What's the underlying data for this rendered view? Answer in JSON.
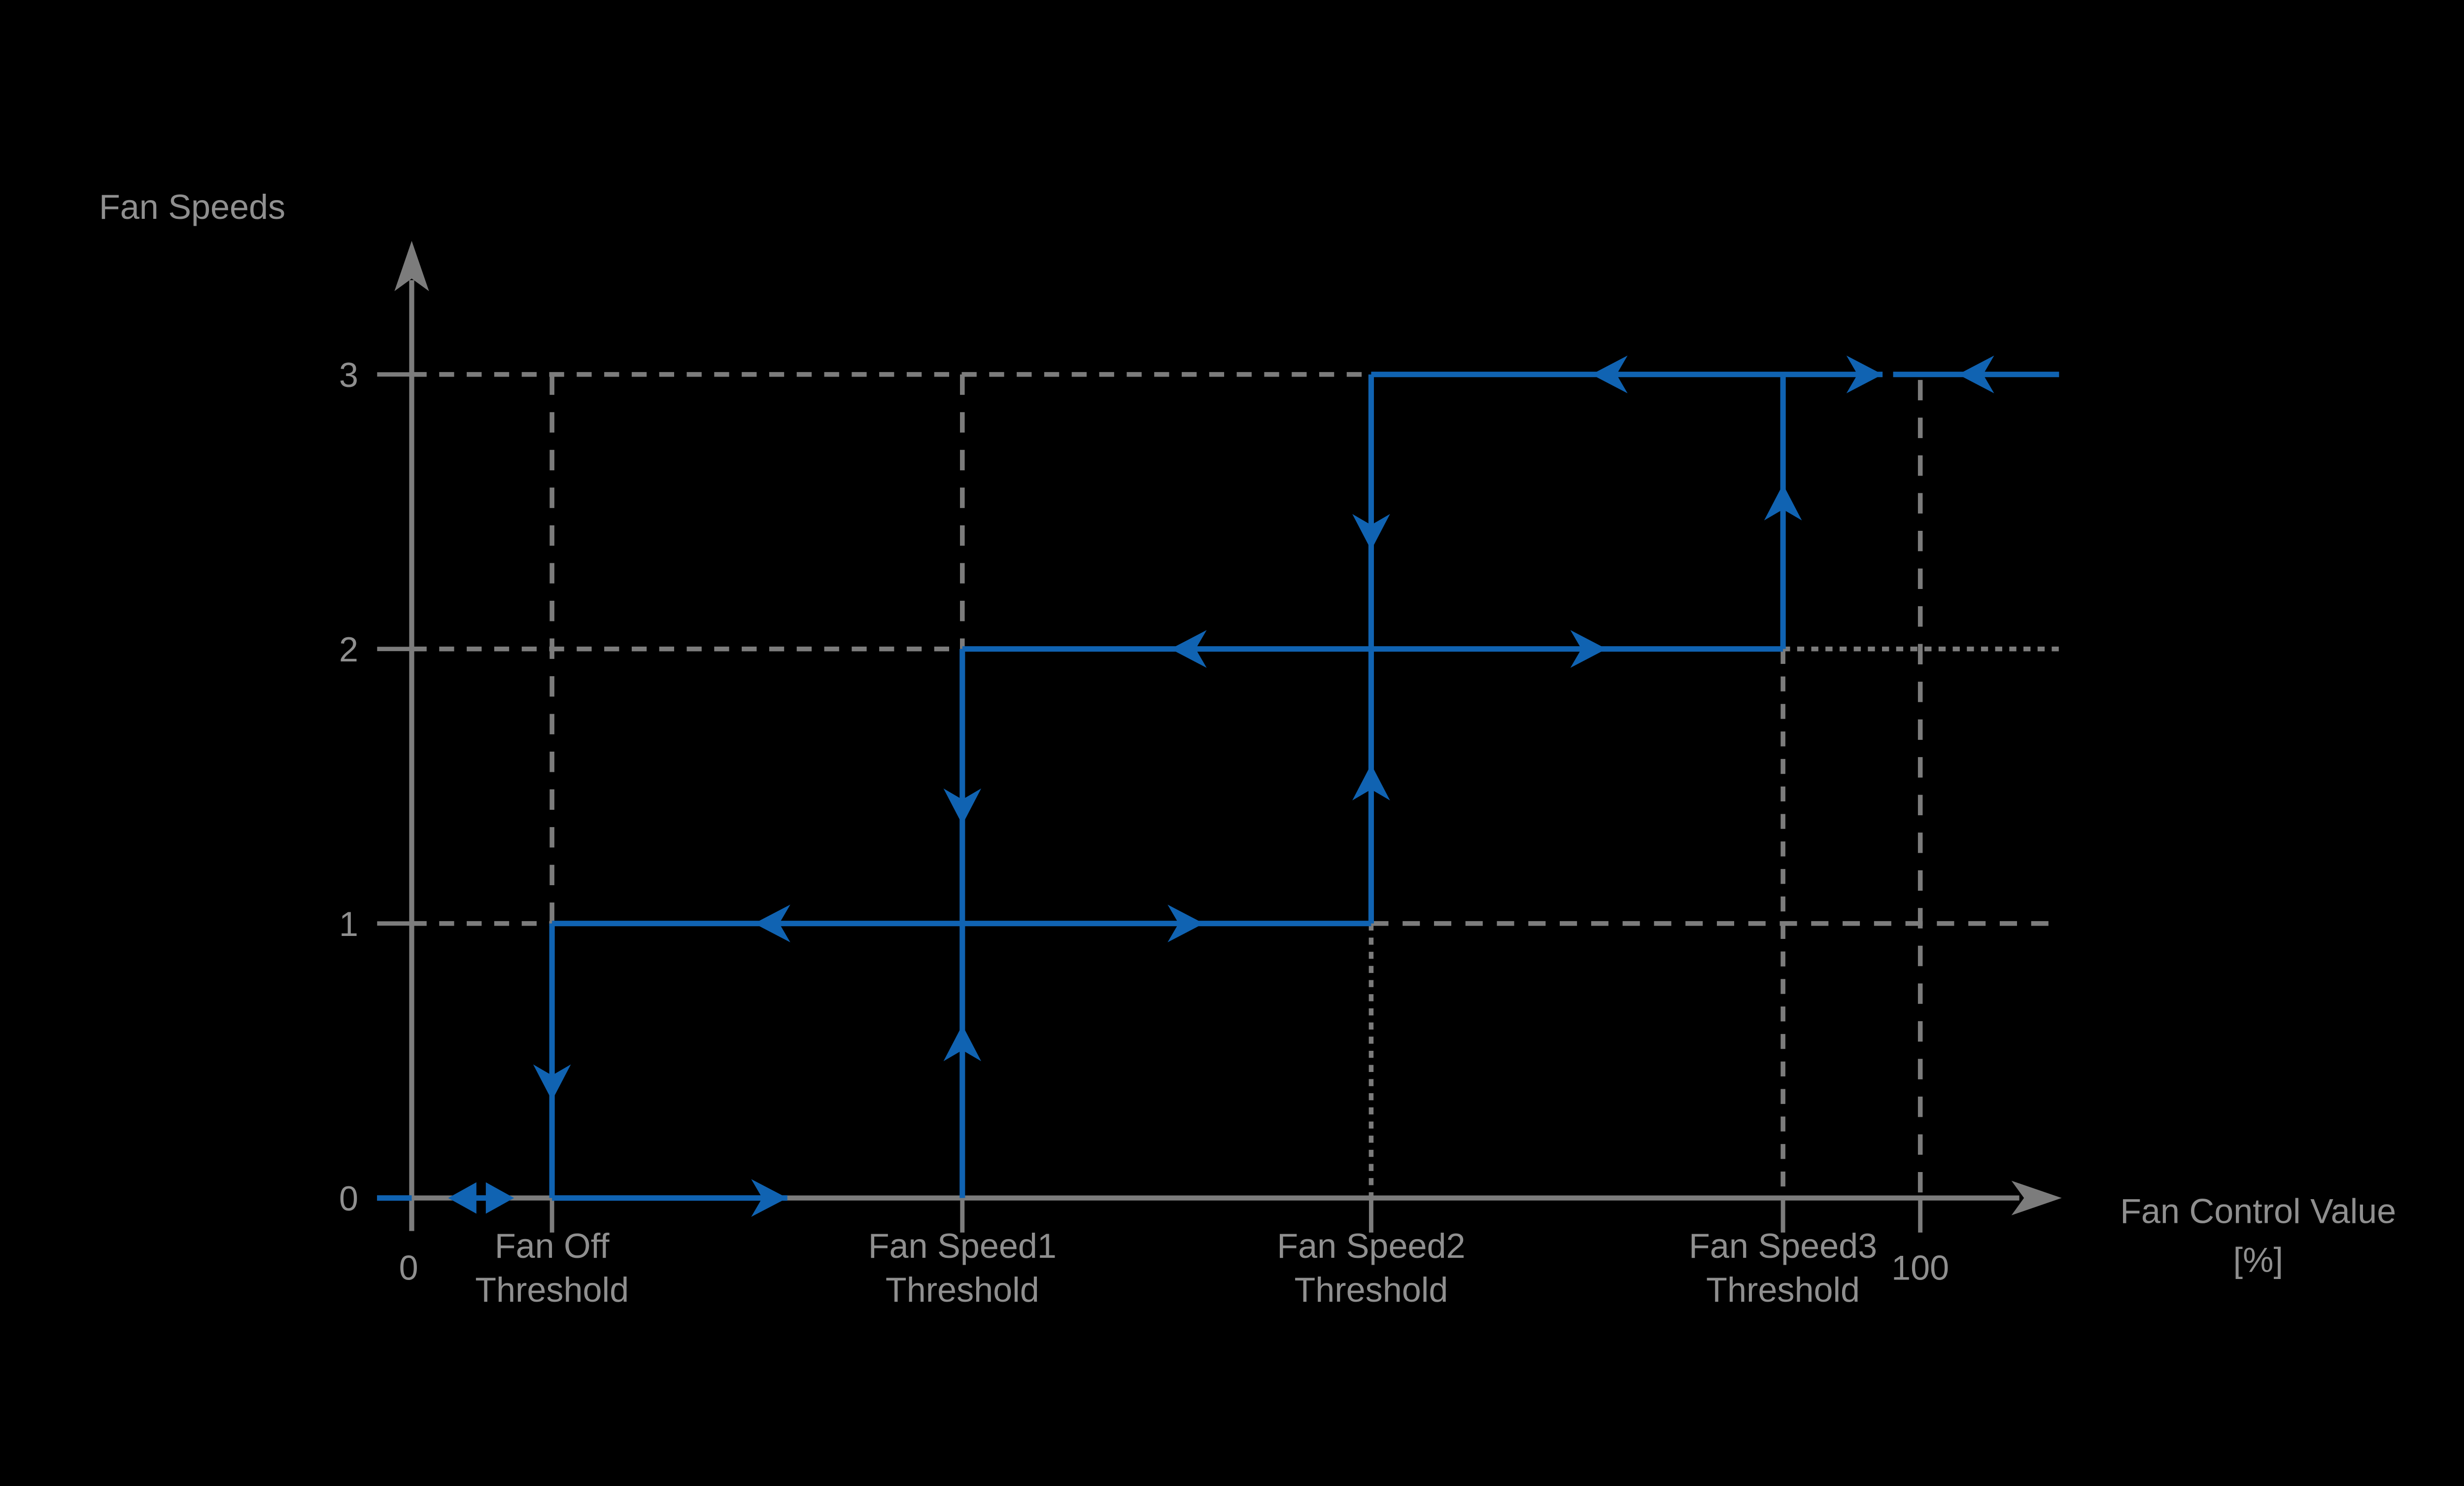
{
  "page": {
    "background_color": "#000000",
    "y_axis_title": "Fan Speeds",
    "x_axis_title_line1": "Fan Control Value",
    "x_axis_title_line2": "[%]"
  },
  "colors": {
    "path_blue": "#1063b2",
    "line_gray": "#7c7c7c",
    "text_gray": "#8f8f8f",
    "background": "#000000"
  },
  "chart_data": {
    "type": "line",
    "title": "",
    "ylabel": "Fan Speeds",
    "xlabel": "Fan Control Value [%]",
    "x_unit": "percent",
    "xlim": [
      0,
      109.2
    ],
    "ylim": [
      0,
      3.5
    ],
    "grid": "dashed-guides",
    "legend": "none",
    "y_ticks": [
      {
        "value": 0,
        "label": "0"
      },
      {
        "value": 1,
        "label": "1"
      },
      {
        "value": 2,
        "label": "2"
      },
      {
        "value": 3,
        "label": "3"
      }
    ],
    "x_ticks": [
      {
        "value": 0,
        "lines": [
          "0"
        ]
      },
      {
        "value": 9.3,
        "lines": [
          "Fan Off",
          "Threshold"
        ]
      },
      {
        "value": 36.5,
        "lines": [
          "Fan Speed1",
          "Threshold"
        ]
      },
      {
        "value": 63.6,
        "lines": [
          "Fan Speed2",
          "Threshold"
        ]
      },
      {
        "value": 90.9,
        "lines": [
          "Fan Speed3",
          "Threshold"
        ]
      },
      {
        "value": 100,
        "lines": [
          "100"
        ]
      }
    ],
    "thresholds": [
      {
        "name": "Fan Off Threshold",
        "x": 9.3
      },
      {
        "name": "Fan Speed1 Threshold",
        "x": 36.5
      },
      {
        "name": "Fan Speed2 Threshold",
        "x": 63.6
      },
      {
        "name": "Fan Speed3 Threshold",
        "x": 90.9
      }
    ],
    "rising_transitions": [
      {
        "at": "Fan Speed1 Threshold",
        "from_speed": 0,
        "to_speed": 1
      },
      {
        "at": "Fan Speed2 Threshold",
        "from_speed": 1,
        "to_speed": 2
      },
      {
        "at": "Fan Speed3 Threshold",
        "from_speed": 2,
        "to_speed": 3
      }
    ],
    "falling_transitions": [
      {
        "at": "Fan Speed2 Threshold",
        "from_speed": 3,
        "to_speed": 2
      },
      {
        "at": "Fan Speed1 Threshold",
        "from_speed": 2,
        "to_speed": 1
      },
      {
        "at": "Fan Off Threshold",
        "from_speed": 1,
        "to_speed": 0
      }
    ],
    "render": {
      "solid_segments": [
        {
          "name": "speed0-start-stub",
          "x1": -2.3,
          "y1": 0,
          "x2": 0,
          "y2": 0,
          "arrows": []
        },
        {
          "name": "speed0-run",
          "x1": 9.3,
          "y1": 0,
          "x2": 24.9,
          "y2": 0,
          "arrows": [
            {
              "x": 24.9,
              "y": 0,
              "dir": "right"
            }
          ]
        },
        {
          "name": "speed1-run",
          "x1": 9.3,
          "y1": 1,
          "x2": 63.6,
          "y2": 1,
          "arrows": [
            {
              "x": 22.7,
              "y": 1,
              "dir": "left"
            },
            {
              "x": 52.5,
              "y": 1,
              "dir": "right"
            }
          ]
        },
        {
          "name": "speed2-run",
          "x1": 36.5,
          "y1": 2,
          "x2": 90.9,
          "y2": 2,
          "arrows": [
            {
              "x": 50.3,
              "y": 2,
              "dir": "left"
            },
            {
              "x": 79.2,
              "y": 2,
              "dir": "right"
            }
          ]
        },
        {
          "name": "speed3-run-a",
          "x1": 63.6,
          "y1": 3,
          "x2": 97.5,
          "y2": 3,
          "arrows": [
            {
              "x": 78.2,
              "y": 3,
              "dir": "left"
            },
            {
              "x": 97.5,
              "y": 3,
              "dir": "right"
            }
          ]
        },
        {
          "name": "speed3-run-b",
          "x1": 98.2,
          "y1": 3,
          "x2": 109.2,
          "y2": 3,
          "arrows": [
            {
              "x": 102.5,
              "y": 3,
              "dir": "left"
            }
          ]
        },
        {
          "name": "fan-off-drop",
          "x1": 9.3,
          "y1": 1,
          "x2": 9.3,
          "y2": 0,
          "arrows": [
            {
              "x": 9.3,
              "y": 0.355,
              "dir": "down"
            }
          ]
        },
        {
          "name": "speed1-riser",
          "x1": 36.5,
          "y1": 2,
          "x2": 36.5,
          "y2": 0,
          "arrows": [
            {
              "x": 36.5,
              "y": 1.36,
              "dir": "down"
            },
            {
              "x": 36.5,
              "y": 0.63,
              "dir": "up"
            }
          ]
        },
        {
          "name": "speed2-riser",
          "x1": 63.6,
          "y1": 3,
          "x2": 63.6,
          "y2": 1,
          "arrows": [
            {
              "x": 63.6,
              "y": 2.36,
              "dir": "down"
            },
            {
              "x": 63.6,
              "y": 1.58,
              "dir": "up"
            }
          ]
        },
        {
          "name": "speed3-riser",
          "x1": 90.9,
          "y1": 3,
          "x2": 90.9,
          "y2": 2,
          "arrows": [
            {
              "x": 90.9,
              "y": 2.6,
              "dir": "up"
            }
          ]
        }
      ],
      "double_arrow": {
        "x": 4.6,
        "y": 0
      },
      "dashed_segments": [
        {
          "name": "guide-y3-left",
          "x1": 0,
          "y1": 3,
          "x2": 63.6,
          "y2": 3,
          "dash": "h"
        },
        {
          "name": "guide-y2-left",
          "x1": 0,
          "y1": 2,
          "x2": 36.5,
          "y2": 2,
          "dash": "h"
        },
        {
          "name": "guide-y2-right",
          "x1": 90.9,
          "y1": 2,
          "x2": 109.2,
          "y2": 2,
          "dash": "dot"
        },
        {
          "name": "guide-y1-left",
          "x1": 0,
          "y1": 1,
          "x2": 9.3,
          "y2": 1,
          "dash": "h"
        },
        {
          "name": "guide-y1-right",
          "x1": 63.6,
          "y1": 1,
          "x2": 109.2,
          "y2": 1,
          "dash": "h2"
        },
        {
          "name": "guide-fanoff-vert",
          "x1": 9.3,
          "y1": 3,
          "x2": 9.3,
          "y2": 1,
          "dash": "v"
        },
        {
          "name": "guide-s1-vert",
          "x1": 36.5,
          "y1": 3,
          "x2": 36.5,
          "y2": 2,
          "dash": "v"
        },
        {
          "name": "guide-s2-vert",
          "x1": 63.6,
          "y1": 1,
          "x2": 63.6,
          "y2": 0,
          "dash": "dot"
        },
        {
          "name": "guide-s3-vert",
          "x1": 90.9,
          "y1": 2,
          "x2": 90.9,
          "y2": 0,
          "dash": "h"
        },
        {
          "name": "guide-100-vert",
          "x1": 100,
          "y1": 2.98,
          "x2": 100,
          "y2": 0,
          "dash": "v"
        }
      ]
    }
  }
}
